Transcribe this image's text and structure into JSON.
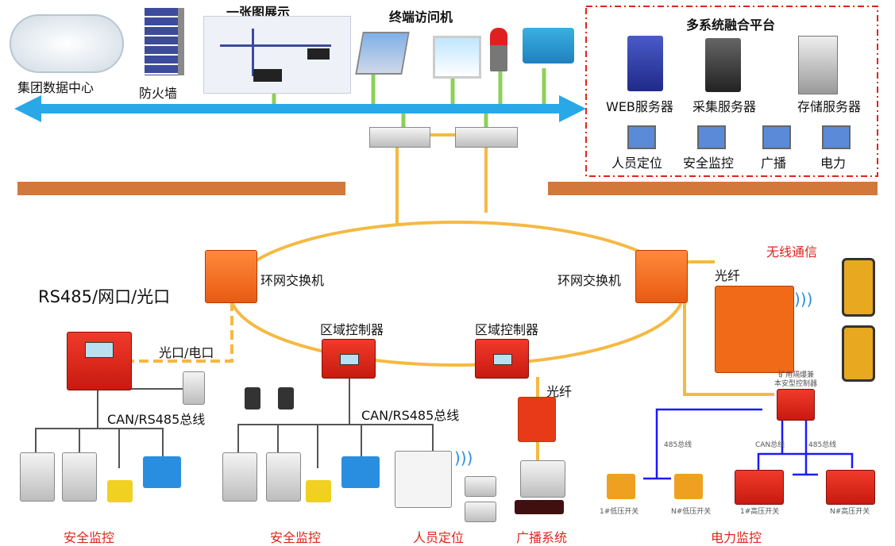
{
  "top": {
    "datacenter": "集团数据中心",
    "firewall": "防火墙",
    "map_title": "一张图展示",
    "terminals_title": "终端访问机"
  },
  "platform": {
    "title": "多系统融合平台",
    "servers": [
      "WEB服务器",
      "采集服务器",
      "存储服务器"
    ],
    "subsystems": [
      "人员定位",
      "安全监控",
      "广播",
      "电力"
    ]
  },
  "ring": {
    "switch_left": "环网交换机",
    "switch_right": "环网交换机",
    "controller_left": "区域控制器",
    "controller_right": "区域控制器"
  },
  "links": {
    "rs485": "RS485/网口/光口",
    "optical_electric": "光口/电口",
    "can_bus_left": "CAN/RS485总线",
    "can_bus_mid": "CAN/RS485总线",
    "fiber_right": "光纤",
    "fiber_broadcast": "光纤"
  },
  "wireless": {
    "title": "无线通信"
  },
  "power": {
    "controller_label_1": "矿用隔爆兼",
    "controller_label_2": "本安型控制器",
    "bus_485_left": "485总线",
    "bus_can": "CAN总线",
    "bus_485_right": "485总线",
    "lv_1": "1#低压开关",
    "lv_n": "N#低压开关",
    "hv_1": "1#高压开关",
    "hv_n": "N#高压开关"
  },
  "sections": {
    "safety_1": "安全监控",
    "safety_2": "安全监控",
    "personnel": "人员定位",
    "broadcast": "广播系统",
    "power": "电力监控"
  },
  "colors": {
    "bus": "#29a8e8",
    "ring": "#f5b942",
    "accent_red": "#e0241b",
    "bar": "#d2783a",
    "power_bus": "#1a1aff"
  }
}
